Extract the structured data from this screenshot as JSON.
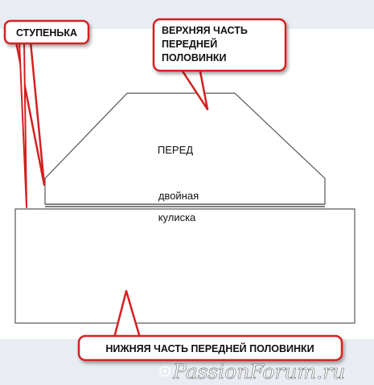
{
  "labels": {
    "front": "ПЕРЕД",
    "double_line1": "двойная",
    "double_line2": "кулиска"
  },
  "callouts": {
    "step": "СТУПЕНЬКА",
    "upper_line1": "ВЕРХНЯЯ ЧАСТЬ",
    "upper_line2": "ПЕРЕДНЕЙ",
    "upper_line3": "ПОЛОВИНКИ",
    "lower": "НИЖНЯЯ ЧАСТЬ ПЕРЕДНЕЙ ПОЛОВИНКИ"
  },
  "watermark": "PassionForum.ru",
  "colors": {
    "callout_border": "#d42020",
    "outline": "#555555",
    "band": "#e9ecf2",
    "watermark_text": "#ffffff"
  }
}
